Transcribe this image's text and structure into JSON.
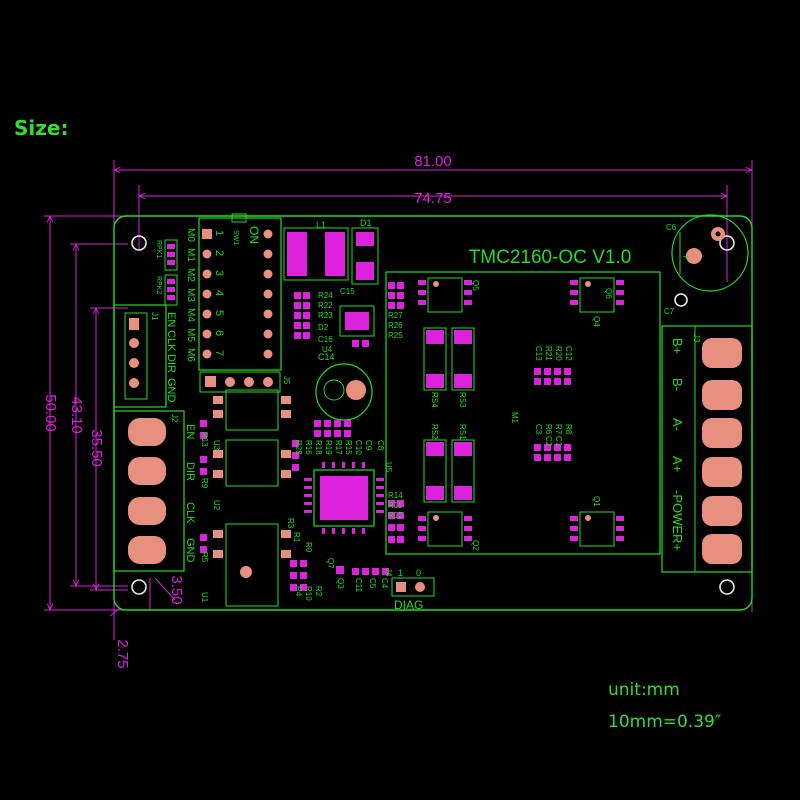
{
  "header": {
    "title": "Size:"
  },
  "footer": {
    "unit": "unit:mm",
    "conversion": "10mm=0.39″"
  },
  "colors": {
    "outline": "#22dd22",
    "dimension": "#dd22dd",
    "copper": "#e89080",
    "pad": "#dd22dd",
    "text": "#33dd33"
  },
  "board": {
    "name": "TMC2160-OC V1.0",
    "dimensions": {
      "width_total": "81.00",
      "hole_spacing_x": "74.75",
      "height_total": "50.00",
      "hole_spacing_y": "43.10",
      "connector_span": "35.50",
      "inner_offset": "3.50",
      "edge_offset": "2.75"
    },
    "j1_labels": [
      "EN",
      "CLK",
      "DIR",
      "GND"
    ],
    "j2_labels": [
      "EN",
      "DIR",
      "CLK",
      "GND"
    ],
    "j3_labels": [
      "B+",
      "B-",
      "A-",
      "A+",
      "-POWER+"
    ],
    "dip_labels": [
      "M0",
      "M1",
      "M2",
      "M3",
      "M4",
      "M5",
      "M6"
    ],
    "dip_numbers": [
      "1",
      "2",
      "3",
      "4",
      "5",
      "6",
      "7"
    ],
    "dip_on": "ON",
    "diag_label": "DIAG",
    "connectors": {
      "j1": "J1",
      "j2": "J2",
      "j3": "J3",
      "j4": "J4",
      "j5": "J5"
    },
    "designators": [
      "RPK1",
      "RPK2",
      "SW1",
      "L1",
      "D1",
      "C6",
      "C7",
      "R24",
      "R22",
      "R23",
      "D2",
      "C16",
      "C15",
      "U4",
      "R27",
      "R26",
      "R25",
      "C14",
      "Q5",
      "Q4",
      "Q3",
      "Q2",
      "Q1",
      "Q6",
      "RS4",
      "RS3",
      "RS2",
      "RS1",
      "C13",
      "R21",
      "R20",
      "C12",
      "M1",
      "R8",
      "R7",
      "R6",
      "C3",
      "C2",
      "C1",
      "R13",
      "R9",
      "R5",
      "R3",
      "R0",
      "U3",
      "U2",
      "U1",
      "R18",
      "R19",
      "R17",
      "R15",
      "R16",
      "R28",
      "C10",
      "C9",
      "C8",
      "U5",
      "R14",
      "R11",
      "R12",
      "R10",
      "R1",
      "R2",
      "R4",
      "C11",
      "C4",
      "C5",
      "Q7"
    ]
  }
}
